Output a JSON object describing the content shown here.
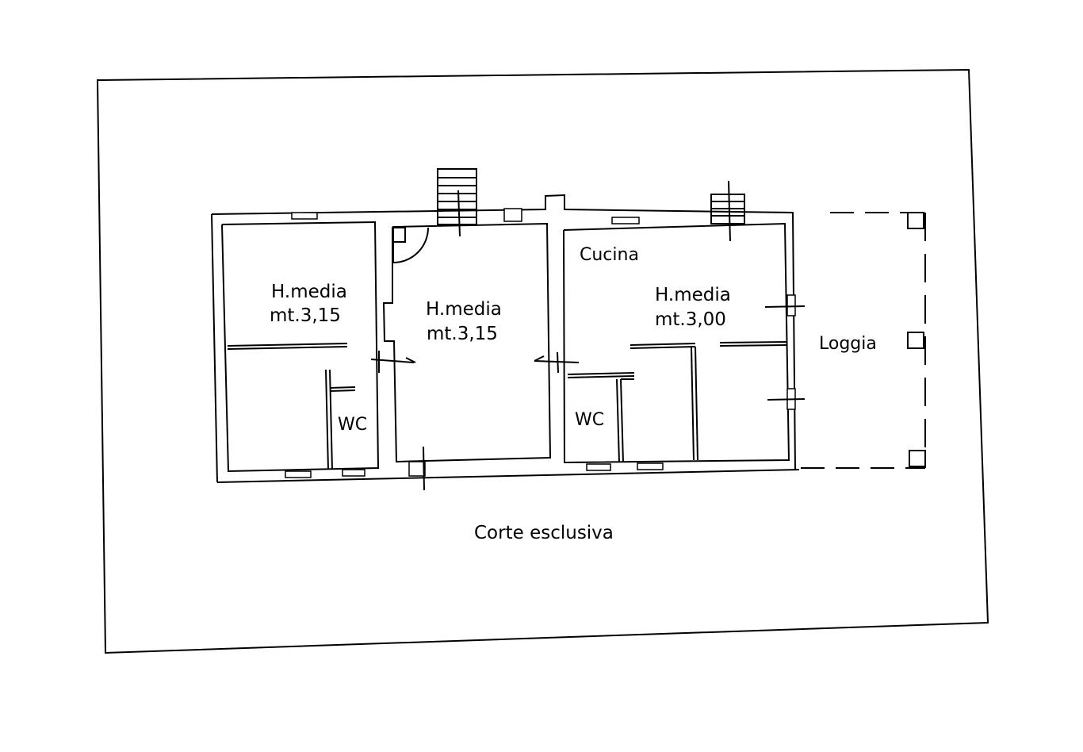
{
  "labels": {
    "room1_height": "H.media",
    "room1_value": "mt.3,15",
    "room2_height": "H.media",
    "room2_value": "mt.3,15",
    "kitchen": "Cucina",
    "room3_height": "H.media",
    "room3_value": "mt.3,00",
    "loggia": "Loggia",
    "wc_left": "WC",
    "wc_right": "WC",
    "courtyard": "Corte esclusiva"
  }
}
